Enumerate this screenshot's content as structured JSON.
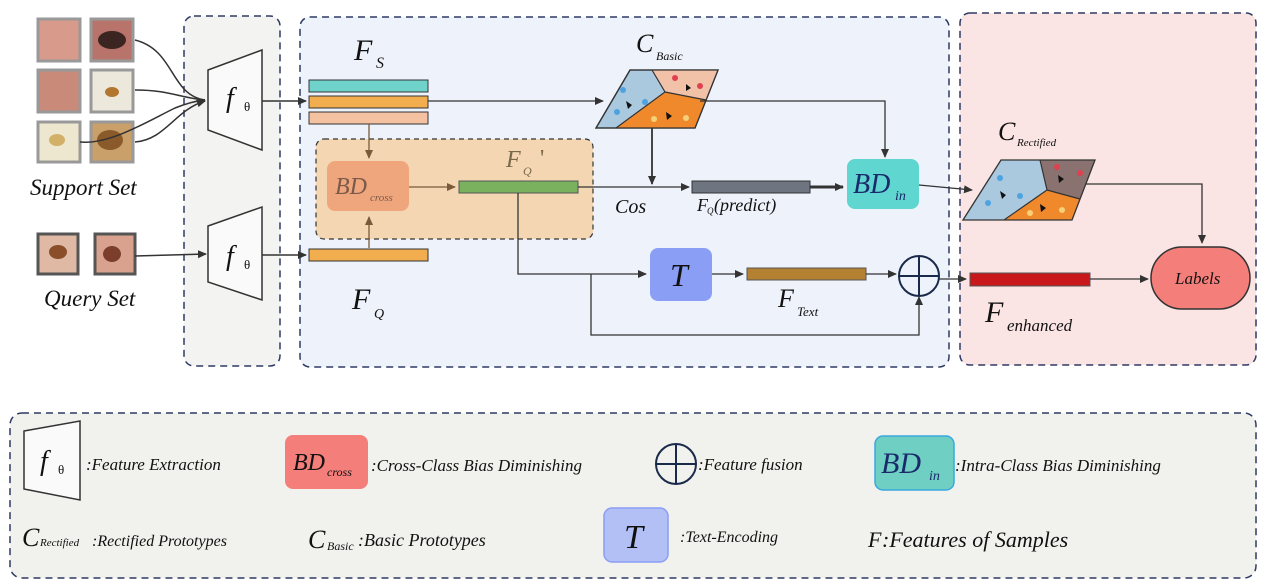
{
  "colors": {
    "middle_panel_fill": "#eef3fb",
    "right_panel_fill": "#fbe4e4",
    "legend_panel_fill": "#f1f1ee",
    "cross_box_fill": "#f4d7b2",
    "bd_cross_fill": "#f0a67c",
    "bd_in_fill": "#5fd6cf",
    "text_encoder_fill": "#8a9ef5",
    "labels_fill": "#f47e7a",
    "feature_cyan": "#6fd3cc",
    "feature_orange": "#f2ae4e",
    "feature_peach": "#f4c2a0",
    "feature_green": "#79b15f",
    "feature_grey": "#6e7480",
    "feature_brown": "#b48132",
    "feature_red": "#c8181b"
  },
  "inputs": {
    "support_set": "Support Set",
    "query_set": "Query Set"
  },
  "encoder": {
    "symbol": "f",
    "subscript": "θ"
  },
  "middle": {
    "fs_main": "F",
    "fs_sub": "S",
    "fq_main": "F",
    "fq_sub": "Q",
    "fq_prime_main": "F",
    "fq_prime_sub": "Q",
    "fq_prime_mark": "'",
    "bd_cross_main": "BD",
    "bd_cross_sub": "cross",
    "c_basic_main": "C",
    "c_basic_sub": "Basic",
    "cos": "Cos",
    "fq_predict_main": "F",
    "fq_predict_sub": "Q",
    "fq_predict_rest": "(predict)",
    "bd_in_main": "BD",
    "bd_in_sub": "in",
    "t_label": "T",
    "ftext_main": "F",
    "ftext_sub": "Text"
  },
  "right": {
    "c_rect_main": "C",
    "c_rect_sub": "Rectified",
    "labels": "Labels",
    "fenh_main": "F",
    "fenh_sub": "enhanced"
  },
  "legend": {
    "feature_extraction": ":Feature Extraction",
    "bd_cross_main": "BD",
    "bd_cross_sub": "cross",
    "cross_class": ":Cross-Class Bias Diminishing",
    "feature_fusion": ":Feature fusion",
    "bd_in_main": "BD",
    "bd_in_sub": "in",
    "intra_class": ":Intra-Class Bias Diminishing",
    "c_rect_main": "C",
    "c_rect_sub": "Rectified",
    "rectified_protos": ":Rectified Prototypes",
    "c_basic_main": "C",
    "c_basic_sub": "Basic",
    "basic_protos": ":Basic Prototypes",
    "t_label": "T",
    "text_encoding": ":Text-Encoding",
    "f_main": "F",
    "f_rest": ":Features of Samples"
  }
}
